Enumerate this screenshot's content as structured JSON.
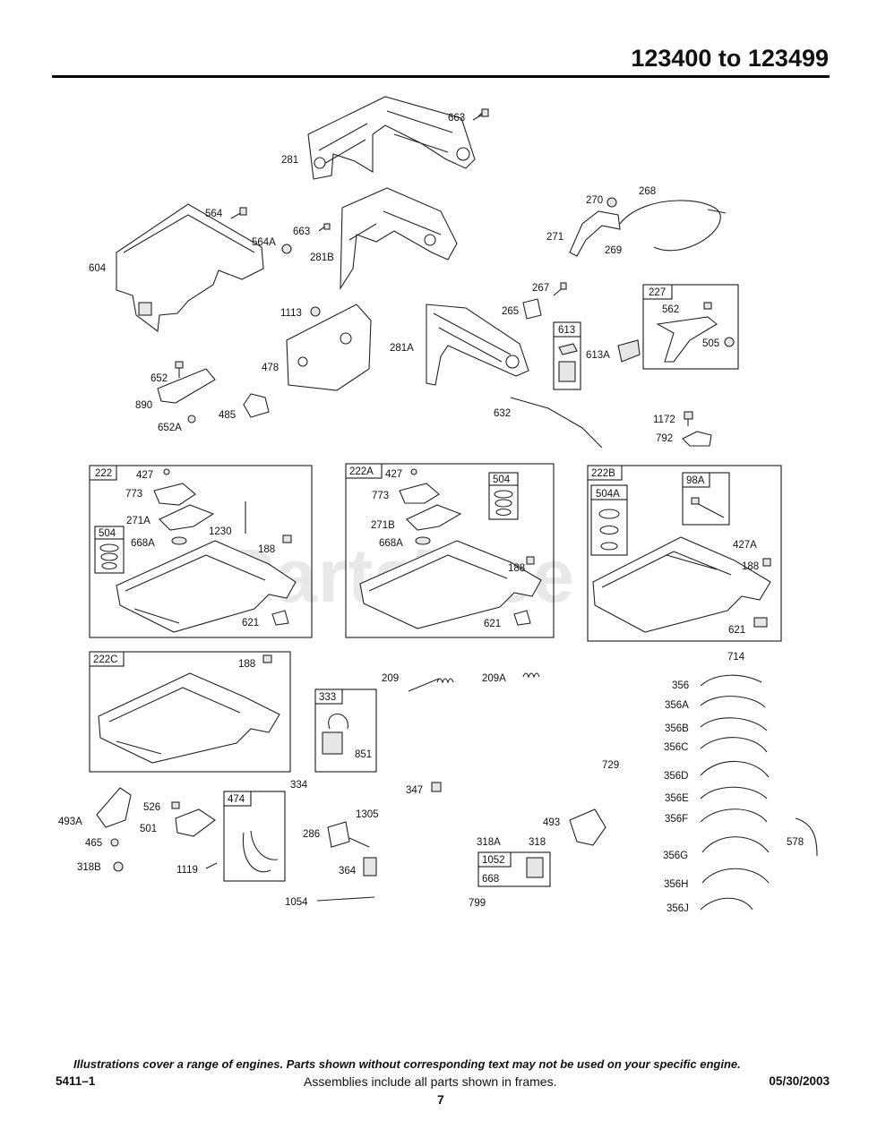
{
  "header": {
    "serial_range": "123400 to 123499"
  },
  "watermark": "PartsTree",
  "frames": {
    "f222": "222",
    "f222a": "222A",
    "f222b": "222B",
    "f222c": "222C",
    "f504_1": "504",
    "f504_2": "504",
    "f504a": "504A",
    "f98a": "98A",
    "f227": "227",
    "f613": "613",
    "f333": "333",
    "f474": "474",
    "f1052": "1052"
  },
  "labels": {
    "l663a": "663",
    "l281": "281",
    "l564": "564",
    "l663b": "663",
    "l564a": "564A",
    "l281b": "281B",
    "l604": "604",
    "l270": "270",
    "l268": "268",
    "l271": "271",
    "l269": "269",
    "l267": "267",
    "l265": "265",
    "l562": "562",
    "l505": "505",
    "l613a": "613A",
    "l1113": "1113",
    "l478": "478",
    "l281a": "281A",
    "l652": "652",
    "l890": "890",
    "l485": "485",
    "l652a": "652A",
    "l632": "632",
    "l1172": "1172",
    "l792": "792",
    "l427": "427",
    "l773": "773",
    "l271a": "271A",
    "l1230": "1230",
    "l668a": "668A",
    "l188a": "188",
    "l621a": "621",
    "l427b": "427",
    "l773b": "773",
    "l271b": "271B",
    "l668ab": "668A",
    "l188b": "188",
    "l621b": "621",
    "l427a": "427A",
    "l188c": "188",
    "l621c": "621",
    "l188d": "188",
    "l209": "209",
    "l209a": "209A",
    "l851": "851",
    "l714": "714",
    "l356": "356",
    "l356a": "356A",
    "l356b": "356B",
    "l356c": "356C",
    "l356d": "356D",
    "l356e": "356E",
    "l356f": "356F",
    "l356g": "356G",
    "l356h": "356H",
    "l356j": "356J",
    "l729": "729",
    "l578": "578",
    "l334": "334",
    "l347": "347",
    "l493a": "493A",
    "l526": "526",
    "l501": "501",
    "l465": "465",
    "l318b": "318B",
    "l1119": "1119",
    "l1305": "1305",
    "l286": "286",
    "l364": "364",
    "l1054": "1054",
    "l493": "493",
    "l318a": "318A",
    "l318": "318",
    "l668": "668",
    "l799": "799"
  },
  "footer": {
    "disclaimer": "Illustrations cover a range of engines. Parts shown without corresponding text may not be used on your specific engine.",
    "doc_code": "5411–1",
    "assemblies_note": "Assemblies include all parts shown in frames.",
    "date": "05/30/2003",
    "page": "7"
  }
}
